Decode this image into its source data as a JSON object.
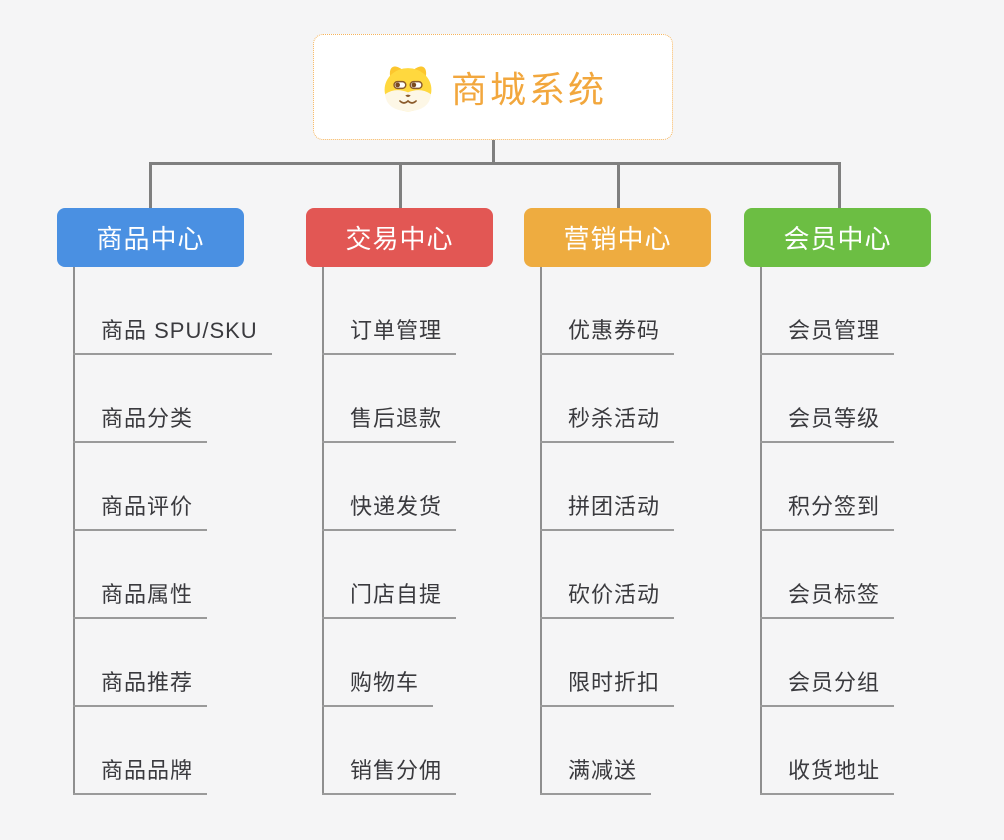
{
  "root": {
    "title": "商城系统",
    "icon": "dog-face-icon",
    "title_color": "#F2A73D",
    "border_color": "#F5B45C"
  },
  "branches": [
    {
      "id": "product-center",
      "label": "商品中心",
      "color": "#4A90E2",
      "children": [
        "商品 SPU/SKU",
        "商品分类",
        "商品评价",
        "商品属性",
        "商品推荐",
        "商品品牌"
      ]
    },
    {
      "id": "trade-center",
      "label": "交易中心",
      "color": "#E25754",
      "children": [
        "订单管理",
        "售后退款",
        "快递发货",
        "门店自提",
        "购物车",
        "销售分佣"
      ]
    },
    {
      "id": "marketing-center",
      "label": "营销中心",
      "color": "#EEAC40",
      "children": [
        "优惠券码",
        "秒杀活动",
        "拼团活动",
        "砍价活动",
        "限时折扣",
        "满减送"
      ]
    },
    {
      "id": "member-center",
      "label": "会员中心",
      "color": "#6CBE43",
      "children": [
        "会员管理",
        "会员等级",
        "积分签到",
        "会员标签",
        "会员分组",
        "收货地址"
      ]
    }
  ]
}
